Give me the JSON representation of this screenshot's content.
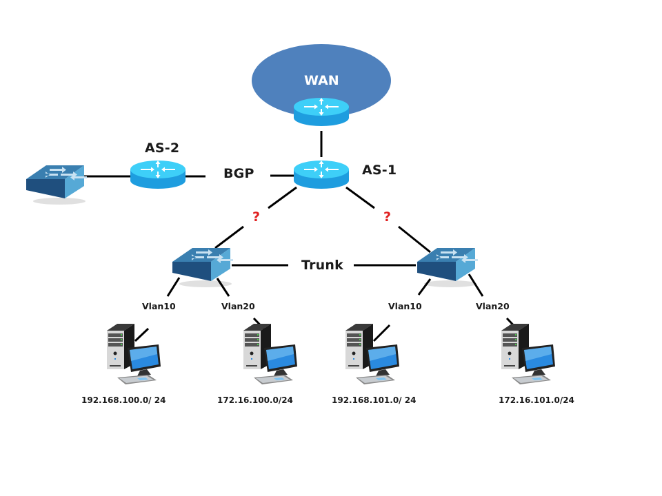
{
  "diagram": {
    "title": "Network topology: WAN, AS-1, AS-2, BGP, trunk, VLANs",
    "colors": {
      "wan_cloud": "#4f81bd",
      "router_top": "#3ecff8",
      "router_side": "#1e9ddf",
      "switch_top": "#3a7fb0",
      "switch_front": "#56a9d6",
      "switch_left": "#1f4f7e",
      "link": "#000000",
      "question_mark": "#e02020",
      "screen": "#2a8ae0"
    },
    "clouds": [
      {
        "id": "wan",
        "label": "WAN"
      }
    ],
    "routers": [
      {
        "id": "wan-router",
        "label": ""
      },
      {
        "id": "as1-router",
        "label": "AS-1"
      },
      {
        "id": "as2-router",
        "label": "AS-2"
      }
    ],
    "switches": [
      {
        "id": "external-switch",
        "label": ""
      },
      {
        "id": "left-switch",
        "label": ""
      },
      {
        "id": "right-switch",
        "label": ""
      }
    ],
    "hosts": [
      {
        "id": "pc-1",
        "vlan": "Vlan10",
        "network": "192.168.100.0/24"
      },
      {
        "id": "pc-2",
        "vlan": "Vlan20",
        "network": "172.16.100.0/24"
      },
      {
        "id": "pc-3",
        "vlan": "Vlan10",
        "network": "192.168.101.0/24"
      },
      {
        "id": "pc-4",
        "vlan": "Vlan20",
        "network": "172.16.101.0/24"
      }
    ],
    "links": [
      {
        "from": "wan-router",
        "to": "as1-router",
        "label": ""
      },
      {
        "from": "external-switch",
        "to": "as2-router",
        "label": ""
      },
      {
        "from": "as2-router",
        "to": "as1-router",
        "label": "BGP"
      },
      {
        "from": "as1-router",
        "to": "left-switch",
        "label": "?"
      },
      {
        "from": "as1-router",
        "to": "right-switch",
        "label": "?"
      },
      {
        "from": "left-switch",
        "to": "right-switch",
        "label": "Trunk"
      },
      {
        "from": "left-switch",
        "to": "pc-1",
        "label": "Vlan10"
      },
      {
        "from": "left-switch",
        "to": "pc-2",
        "label": "Vlan20"
      },
      {
        "from": "right-switch",
        "to": "pc-3",
        "label": "Vlan10"
      },
      {
        "from": "right-switch",
        "to": "pc-4",
        "label": "Vlan20"
      }
    ],
    "labels": {
      "wan": "WAN",
      "as1": "AS-1",
      "as2": "AS-2",
      "bgp": "BGP",
      "trunk": "Trunk",
      "q_left": "?",
      "q_right": "?",
      "vlan_1": "Vlan10",
      "vlan_2": "Vlan20",
      "vlan_3": "Vlan10",
      "vlan_4": "Vlan20",
      "net_1": "192.168.100.0/ 24",
      "net_2": "172.16.100.0/24",
      "net_3": "192.168.101.0/ 24",
      "net_4": "172.16.101.0/24"
    }
  }
}
